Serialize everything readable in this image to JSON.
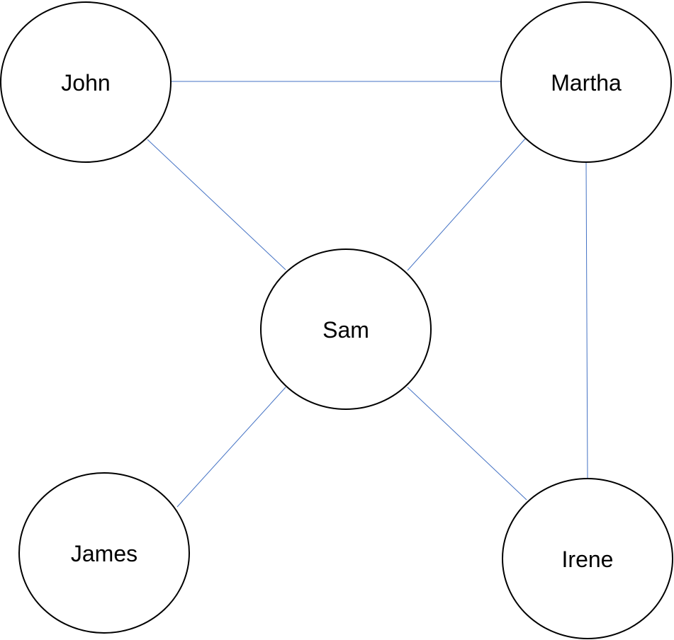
{
  "diagram": {
    "edge_color": "#4472c4",
    "node_stroke_color": "#000000",
    "nodes": [
      {
        "id": "john",
        "label": "John"
      },
      {
        "id": "martha",
        "label": "Martha"
      },
      {
        "id": "sam",
        "label": "Sam"
      },
      {
        "id": "james",
        "label": "James"
      },
      {
        "id": "irene",
        "label": "Irene"
      }
    ],
    "edges": [
      {
        "from": "john",
        "to": "martha"
      },
      {
        "from": "john",
        "to": "sam"
      },
      {
        "from": "martha",
        "to": "sam"
      },
      {
        "from": "martha",
        "to": "irene"
      },
      {
        "from": "sam",
        "to": "james"
      },
      {
        "from": "sam",
        "to": "irene"
      }
    ]
  }
}
